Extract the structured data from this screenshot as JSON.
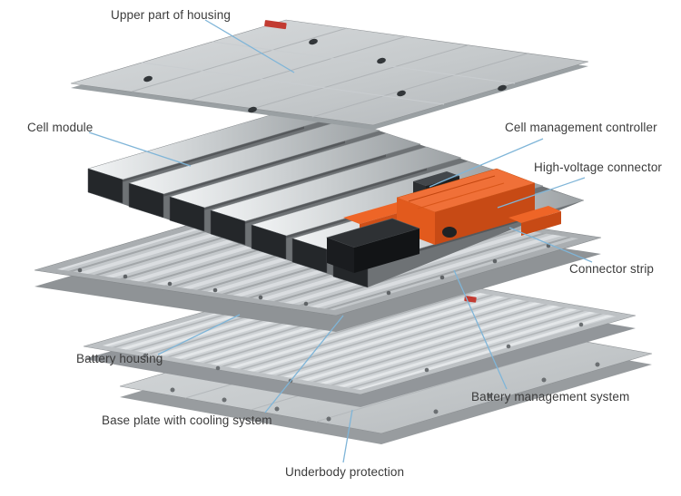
{
  "figure": {
    "kind": "exploded-view-diagram"
  },
  "labels": [
    {
      "id": "upper-housing",
      "text": "Upper part of housing"
    },
    {
      "id": "cell-module",
      "text": "Cell module"
    },
    {
      "id": "cell-management-controller",
      "text": "Cell management controller"
    },
    {
      "id": "high-voltage-connector",
      "text": "High-voltage connector"
    },
    {
      "id": "connector-strip",
      "text": "Connector strip"
    },
    {
      "id": "battery-housing",
      "text": "Battery housing"
    },
    {
      "id": "base-plate",
      "text": "Base plate with cooling system"
    },
    {
      "id": "battery-management-system",
      "text": "Battery management system"
    },
    {
      "id": "underbody-protection",
      "text": "Underbody protection"
    }
  ],
  "colors": {
    "background": "#ffffff",
    "leader_line": "#7fb5d8",
    "label_text": "#3b3b3b",
    "accent_orange": "#f07038",
    "warning_red": "#c23b32",
    "metal_light": "#d9dcde",
    "metal_mid": "#b4b8bb",
    "metal_dark": "#3b3e41"
  }
}
